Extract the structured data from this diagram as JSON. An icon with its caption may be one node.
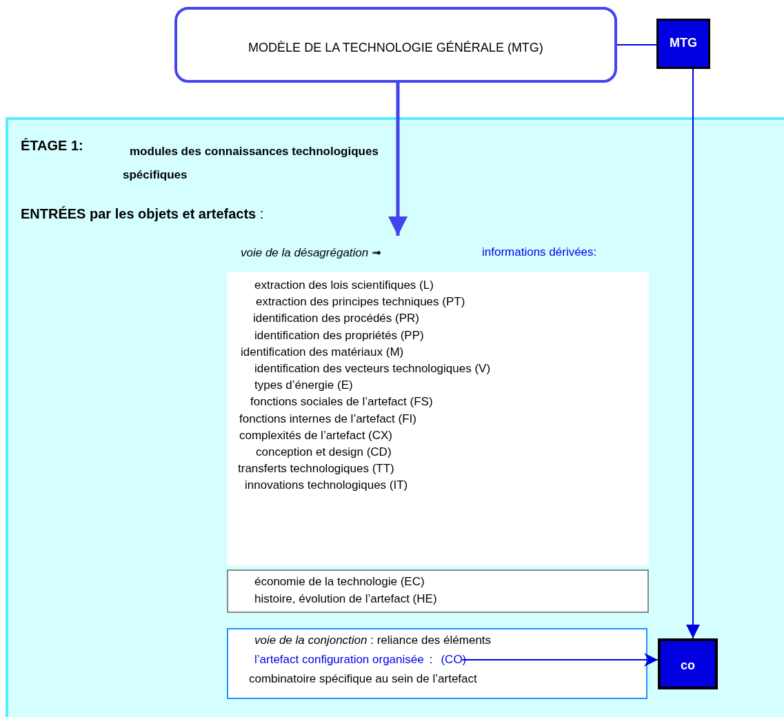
{
  "diagram": {
    "nodes": [
      {
        "text": [
          "MODÈLE DE LA TECHNOLOGIE GÉNÉRALE (MTG)"
        ]
      },
      {
        "text": [
          "MTG"
        ]
      },
      {
        "text": [
          "ÉTAGE 1:",
          "modules des connaissances technologiques spécifiques",
          "**ENTRÉES par les objets et artefacts** :",
          "*voie de la désagrégation* ➟",
          "informations dérivées:"
        ]
      },
      {
        "text": [
          "extraction des lois scientifiques (L)",
          "extraction des principes techniques (PT)",
          "identification des procédés (PR)",
          "identification des propriétés (PP)",
          "identification des matériaux (M)",
          "identification des vecteurs technologiques (V)",
          "types d’énergie  (E)",
          "fonctions sociales de l’artefact  (FS)",
          "fonctions internes de l’artefact (FI)",
          "complexités de l’artefact (CX)",
          "conception et design (CD)",
          "transferts technologiques (TT)",
          "innovations technologiques (IT)"
        ],
        "in": 2
      },
      {
        "text": [
          "économie de la technologie (EC)",
          "histoire, évolution de l’artefact (HE)"
        ],
        "in": 2
      },
      {
        "text": [
          "*voie de la conjonction* : reliance des éléments",
          "l’artefact configuration organisée",
          ":",
          "(CO)",
          "combinatoire spécifique au sein de l’artefact"
        ],
        "in": 2
      },
      {
        "text": [
          "co"
        ],
        "in": 2
      }
    ],
    "edges": [
      {
        "from": 0,
        "to": 1,
        "arrow": "none"
      },
      {
        "from": 0,
        "to": null,
        "arrow": "to",
        "style": "thick",
        "color": "#4444ee"
      },
      {
        "from": 1,
        "to": 6,
        "arrow": "to"
      },
      {
        "from": 5,
        "to": 6,
        "arrow": "to"
      }
    ]
  }
}
